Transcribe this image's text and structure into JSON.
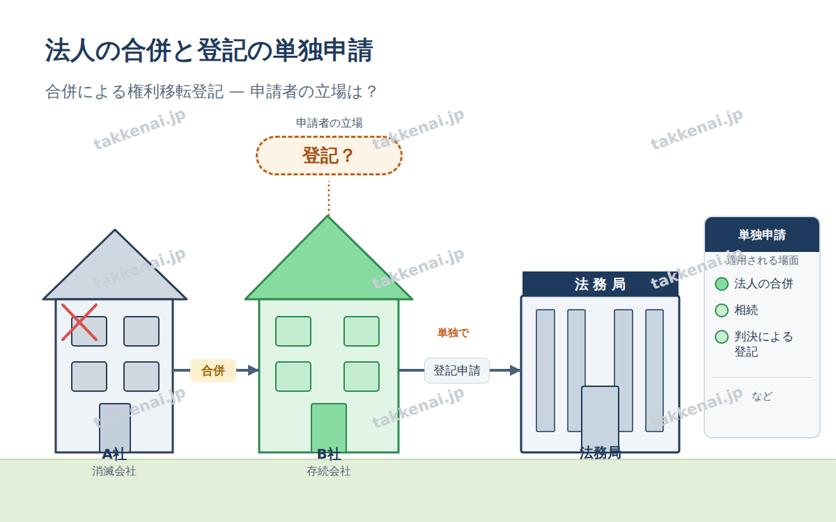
{
  "diagram": {
    "title": "法人の合併と登記の単独申請",
    "caption": "合併による権利移転登記 — 申請者の立場は？",
    "nodes": [
      {
        "text": [
          "申請者の立場",
          "登記？"
        ]
      },
      {
        "text": [
          "A社",
          "消滅会社"
        ]
      },
      {
        "text": [
          "B社",
          "存続会社"
        ]
      },
      {
        "text": [
          "法 務 局",
          "法務局"
        ]
      },
      {
        "text": [
          "単独申請",
          "適用される場面",
          "など"
        ]
      }
    ],
    "edges": [
      {
        "from": 1,
        "to": 2,
        "label": "合併",
        "arrow": "to"
      },
      {
        "from": 2,
        "to": 3,
        "label": "登記申請",
        "arrow": "to"
      },
      {
        "from": 2,
        "to": 0,
        "arrow": "none"
      }
    ],
    "labels": [
      "単独で",
      "takkenai.jp",
      "takkenai.jp",
      "takkenai.jp",
      "takkenai.jp",
      "takkenai.jp",
      "takkenai.jp",
      "takkenai.jp",
      "takkenai.jp",
      "takkenai.jp"
    ],
    "legend": [
      {
        "text": "法人の合併",
        "color": "#86dba0"
      },
      {
        "text": "相続",
        "color": "#c9efd3"
      },
      {
        "text": "判決による 登記",
        "color": "#c9efd3"
      }
    ]
  }
}
